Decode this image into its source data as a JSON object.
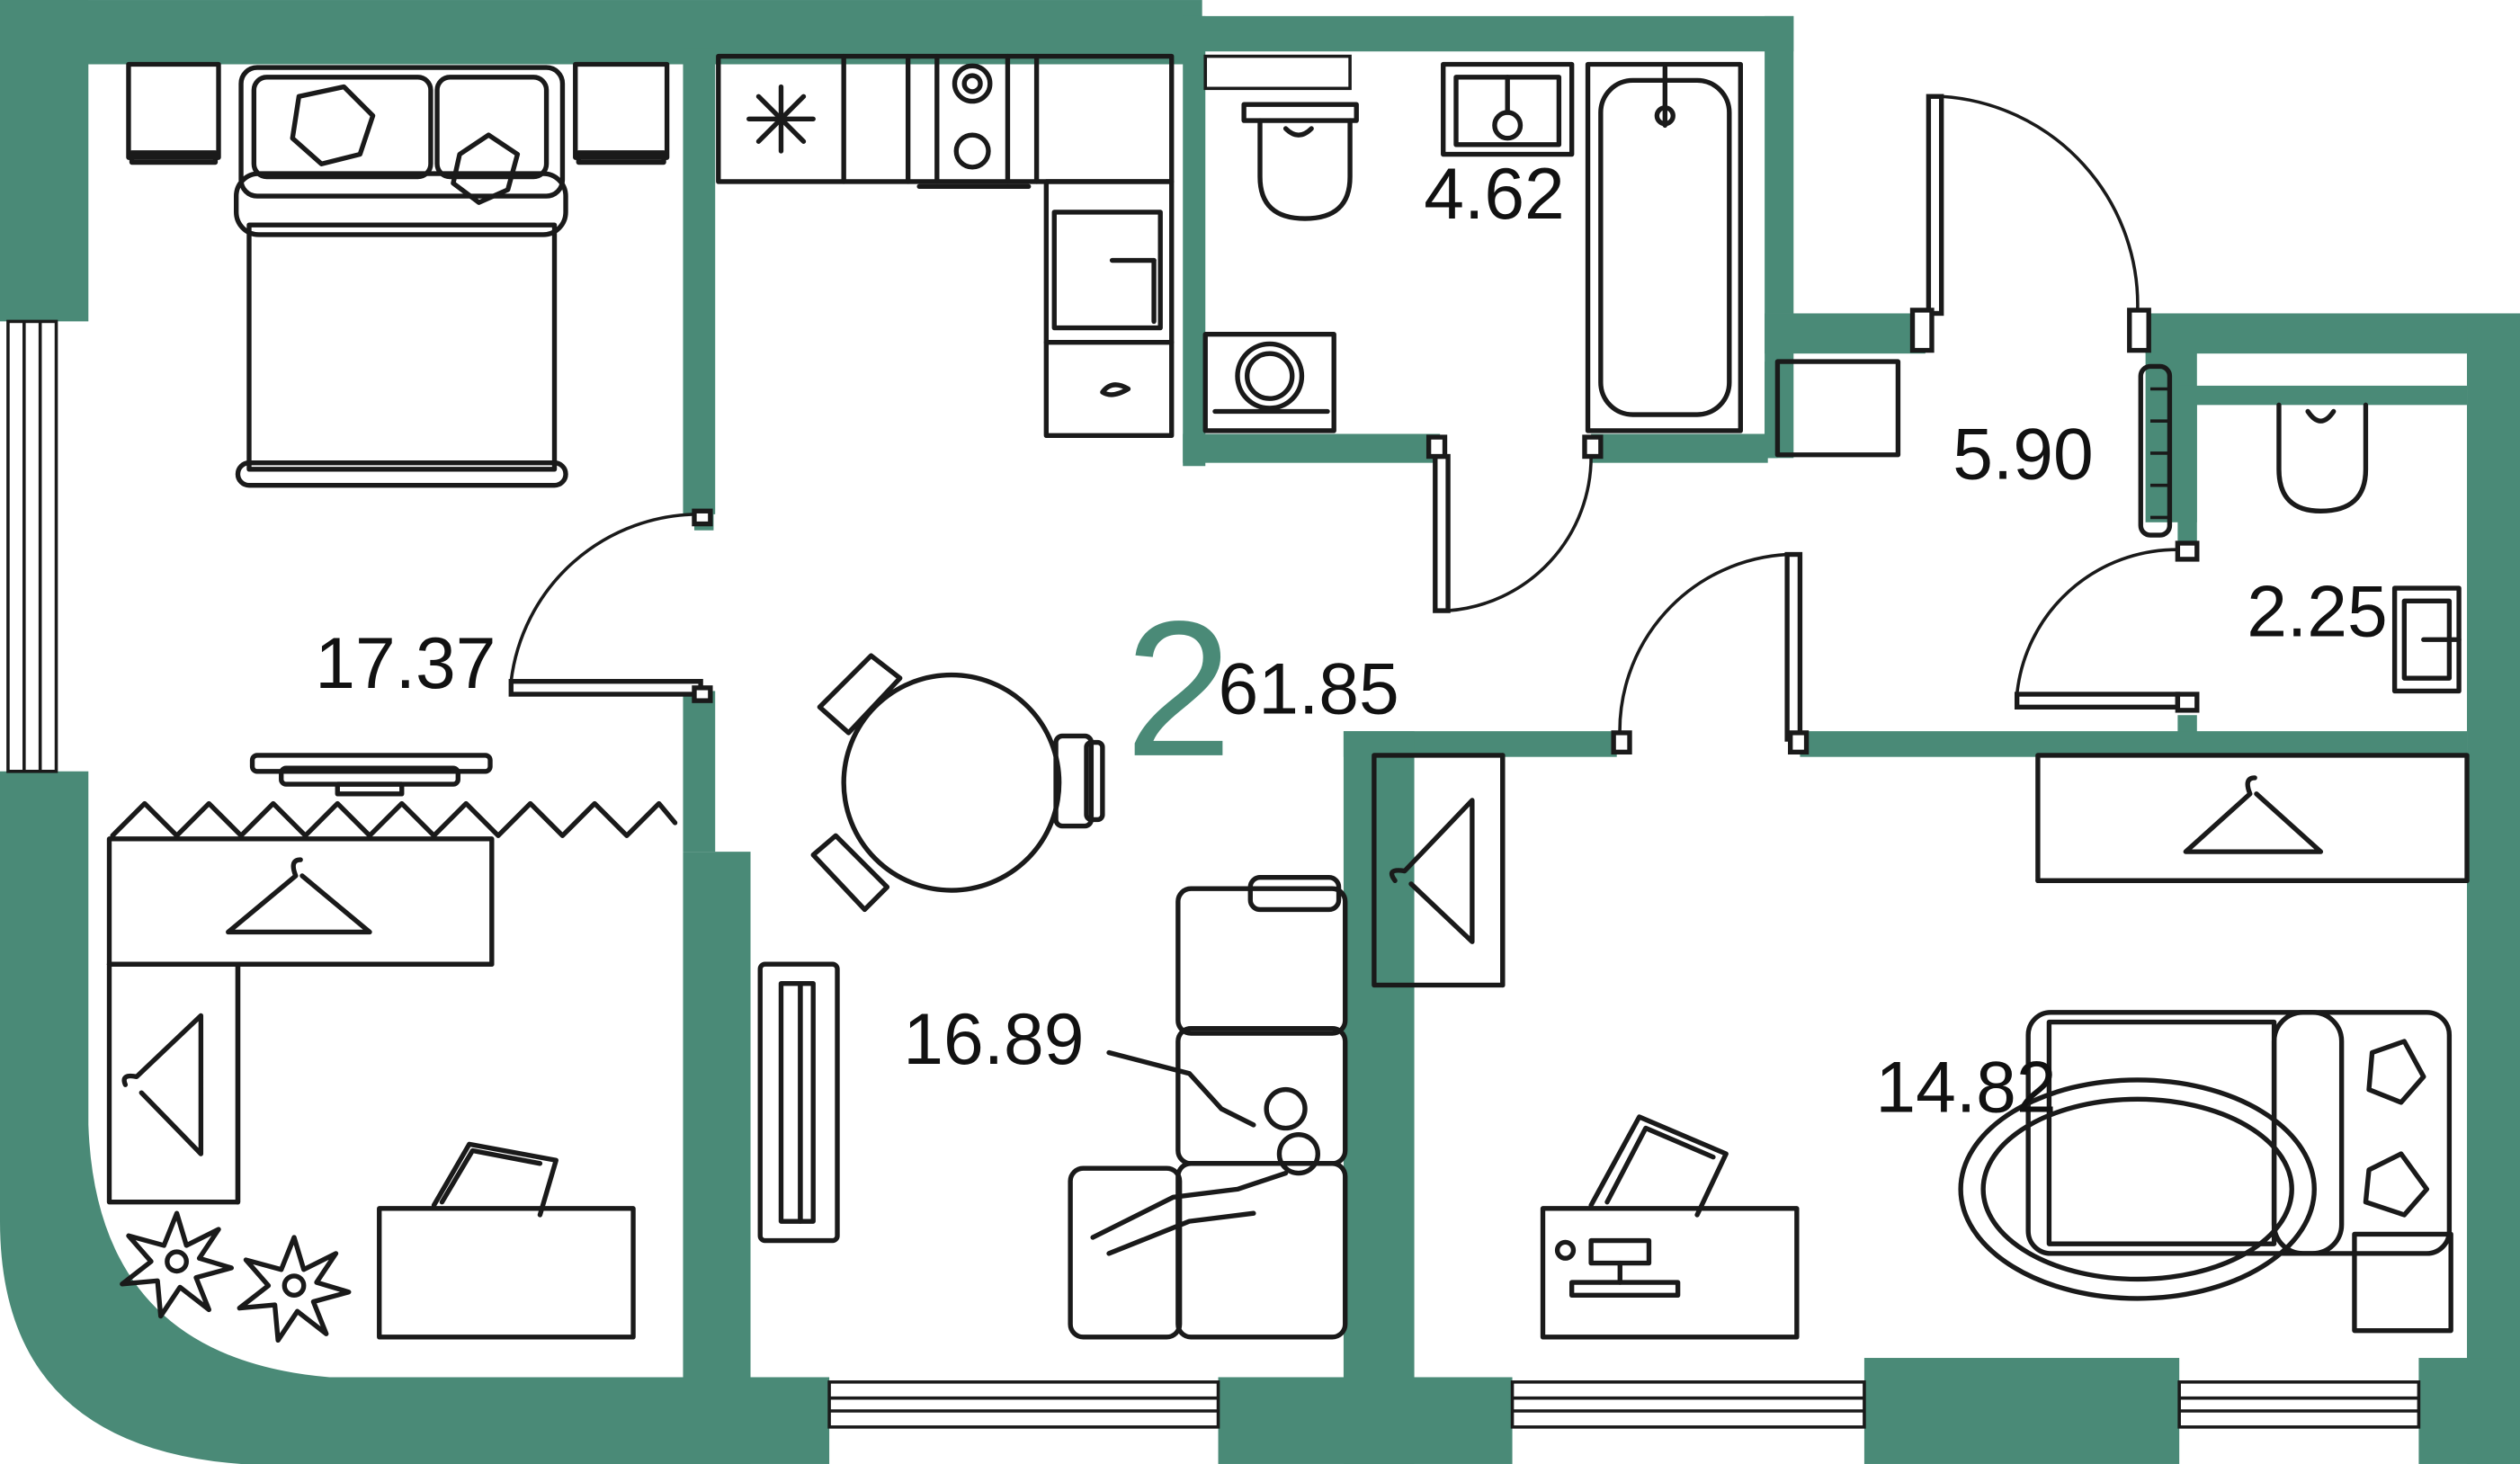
{
  "plan": {
    "rooms_count": "2",
    "total_area": "61.85",
    "wall_color": "#4a8a77",
    "rooms": [
      {
        "id": "bedroom",
        "area": "17.37"
      },
      {
        "id": "kitchen-living",
        "area": "16.89"
      },
      {
        "id": "bathroom",
        "area": "4.62"
      },
      {
        "id": "hallway",
        "area": "5.90"
      },
      {
        "id": "toilet",
        "area": "2.25"
      },
      {
        "id": "second-bedroom",
        "area": "14.82"
      }
    ]
  }
}
